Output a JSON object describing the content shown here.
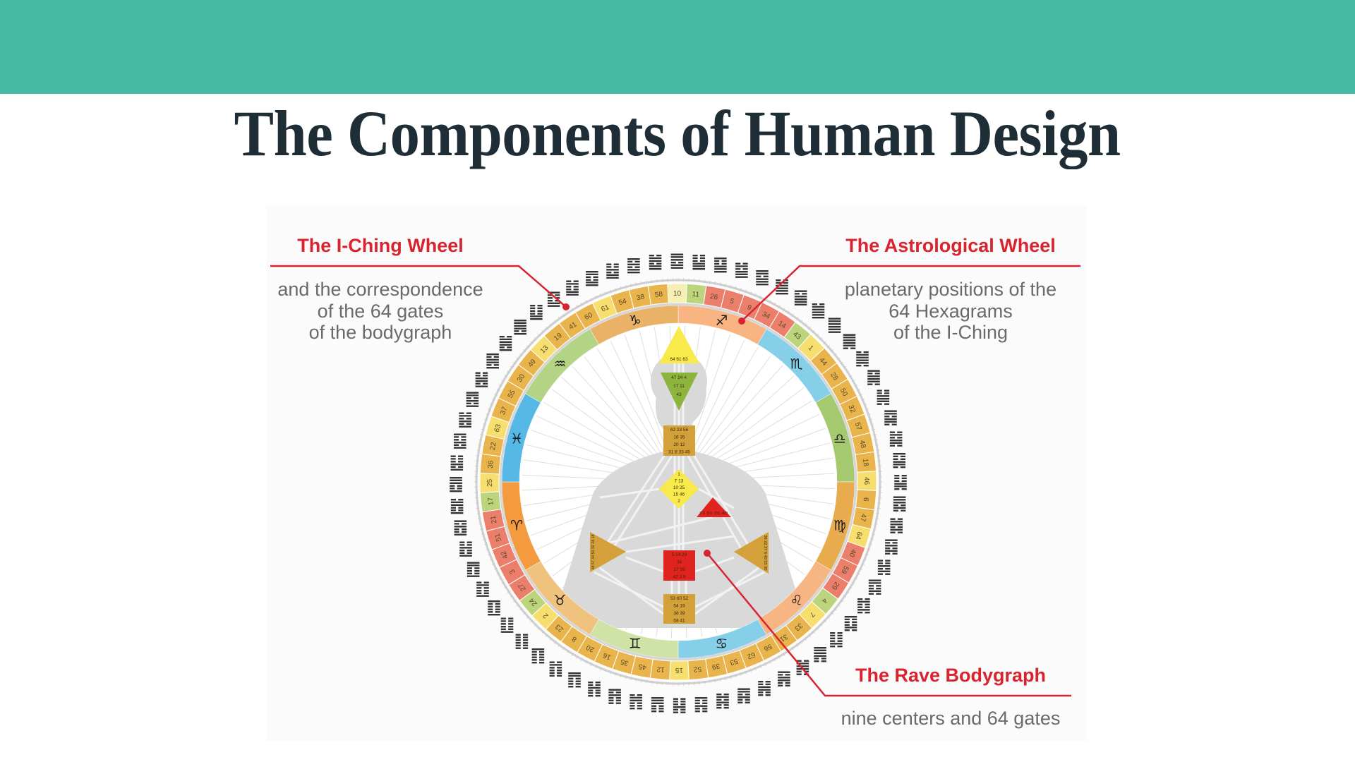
{
  "header": {
    "band_color": "#45bba3"
  },
  "slide": {
    "title": "The Components of Human Design"
  },
  "labels": {
    "iching": {
      "title": "The I-Ching Wheel",
      "lines": [
        "and the correspondence",
        "of the 64 gates",
        "of the bodygraph"
      ]
    },
    "astro": {
      "title": "The Astrological Wheel",
      "lines": [
        "planetary positions of the",
        "64 Hexagrams",
        "of the I-Ching"
      ]
    },
    "rave": {
      "title": "The Rave Bodygraph",
      "lines": [
        "nine centers and 64 gates"
      ]
    }
  },
  "colors": {
    "accent_red": "#d9232e",
    "text_gray": "#6a6a6a",
    "gate_palette": {
      "o": "#e9b44c",
      "y": "#f6df6e",
      "l": "#f7f0b4",
      "r": "#ec7f6c",
      "g": "#bcd57c"
    }
  },
  "wheel": {
    "gates": [
      {
        "n": 10,
        "c": "l"
      },
      {
        "n": 11,
        "c": "g"
      },
      {
        "n": 26,
        "c": "r"
      },
      {
        "n": 5,
        "c": "r"
      },
      {
        "n": 9,
        "c": "r"
      },
      {
        "n": 34,
        "c": "r"
      },
      {
        "n": 14,
        "c": "r"
      },
      {
        "n": 43,
        "c": "g"
      },
      {
        "n": 1,
        "c": "y"
      },
      {
        "n": 44,
        "c": "o"
      },
      {
        "n": 28,
        "c": "o"
      },
      {
        "n": 50,
        "c": "o"
      },
      {
        "n": 32,
        "c": "o"
      },
      {
        "n": 57,
        "c": "o"
      },
      {
        "n": 48,
        "c": "o"
      },
      {
        "n": 18,
        "c": "o"
      },
      {
        "n": 46,
        "c": "y"
      },
      {
        "n": 6,
        "c": "o"
      },
      {
        "n": 47,
        "c": "o"
      },
      {
        "n": 64,
        "c": "y"
      },
      {
        "n": 40,
        "c": "r"
      },
      {
        "n": 59,
        "c": "r"
      },
      {
        "n": 29,
        "c": "r"
      },
      {
        "n": 4,
        "c": "g"
      },
      {
        "n": 7,
        "c": "y"
      },
      {
        "n": 33,
        "c": "o"
      },
      {
        "n": 31,
        "c": "o"
      },
      {
        "n": 56,
        "c": "o"
      },
      {
        "n": 62,
        "c": "o"
      },
      {
        "n": 53,
        "c": "o"
      },
      {
        "n": 39,
        "c": "o"
      },
      {
        "n": 52,
        "c": "o"
      },
      {
        "n": 15,
        "c": "y"
      },
      {
        "n": 12,
        "c": "o"
      },
      {
        "n": 45,
        "c": "o"
      },
      {
        "n": 35,
        "c": "o"
      },
      {
        "n": 16,
        "c": "o"
      },
      {
        "n": 20,
        "c": "o"
      },
      {
        "n": 8,
        "c": "o"
      },
      {
        "n": 23,
        "c": "o"
      },
      {
        "n": 2,
        "c": "y"
      },
      {
        "n": 24,
        "c": "g"
      },
      {
        "n": 27,
        "c": "r"
      },
      {
        "n": 3,
        "c": "r"
      },
      {
        "n": 42,
        "c": "r"
      },
      {
        "n": 51,
        "c": "r"
      },
      {
        "n": 21,
        "c": "r"
      },
      {
        "n": 17,
        "c": "g"
      },
      {
        "n": 25,
        "c": "y"
      },
      {
        "n": 36,
        "c": "o"
      },
      {
        "n": 22,
        "c": "o"
      },
      {
        "n": 63,
        "c": "y"
      },
      {
        "n": 37,
        "c": "o"
      },
      {
        "n": 55,
        "c": "o"
      },
      {
        "n": 30,
        "c": "o"
      },
      {
        "n": 49,
        "c": "o"
      },
      {
        "n": 13,
        "c": "y"
      },
      {
        "n": 19,
        "c": "o"
      },
      {
        "n": 41,
        "c": "o"
      },
      {
        "n": 60,
        "c": "o"
      },
      {
        "n": 61,
        "c": "y"
      },
      {
        "n": 54,
        "c": "o"
      },
      {
        "n": 38,
        "c": "o"
      },
      {
        "n": 58,
        "c": "o"
      }
    ],
    "zodiac": [
      {
        "sign": "sagittarius",
        "glyph": "♐",
        "color": "#f8b582"
      },
      {
        "sign": "scorpio",
        "glyph": "♏",
        "color": "#86cfe8"
      },
      {
        "sign": "libra",
        "glyph": "♎",
        "color": "#a5c96f"
      },
      {
        "sign": "virgo",
        "glyph": "♍",
        "color": "#e8ab4e"
      },
      {
        "sign": "leo",
        "glyph": "♌",
        "color": "#f7b584"
      },
      {
        "sign": "cancer",
        "glyph": "♋",
        "color": "#86cfe8"
      },
      {
        "sign": "gemini",
        "glyph": "♊",
        "color": "#cfe3a6"
      },
      {
        "sign": "taurus",
        "glyph": "♉",
        "color": "#efc27e"
      },
      {
        "sign": "aries",
        "glyph": "♈",
        "color": "#f39b3e"
      },
      {
        "sign": "pisces",
        "glyph": "♓",
        "color": "#56b8e6"
      },
      {
        "sign": "aquarius",
        "glyph": "♒",
        "color": "#b3d385"
      },
      {
        "sign": "capricorn",
        "glyph": "♑",
        "color": "#e9b266"
      }
    ]
  },
  "bodygraph": {
    "head": {
      "gates": "64 61 63",
      "color": "#f7ea4a"
    },
    "ajna": {
      "gates": [
        "47 24 4",
        "17 11",
        "43"
      ],
      "color": "#8db43c"
    },
    "throat": {
      "gates": [
        "62 23 56",
        "16  35",
        "20  12",
        "31 8 33 45"
      ],
      "color": "#d4a03a"
    },
    "g": {
      "gates": [
        "1",
        "7  13",
        "10    25",
        "15  46",
        "2"
      ],
      "color": "#f7ea4a"
    },
    "heart": {
      "gates": "21 51 26 40",
      "color": "#e0231f"
    },
    "spleen": {
      "gates": "48 57 44 50 32 28 18",
      "color": "#d4a03a"
    },
    "solar": {
      "gates": "36 22 37 6 49 55 30",
      "color": "#d4a03a"
    },
    "sacral": {
      "gates": [
        "5 14 29",
        "34",
        "27   59",
        "42 3 9"
      ],
      "color": "#e0231f"
    },
    "root": {
      "gates": [
        "53 60 52",
        "54   19",
        "38   39",
        "58   41"
      ],
      "color": "#d4a03a"
    }
  }
}
